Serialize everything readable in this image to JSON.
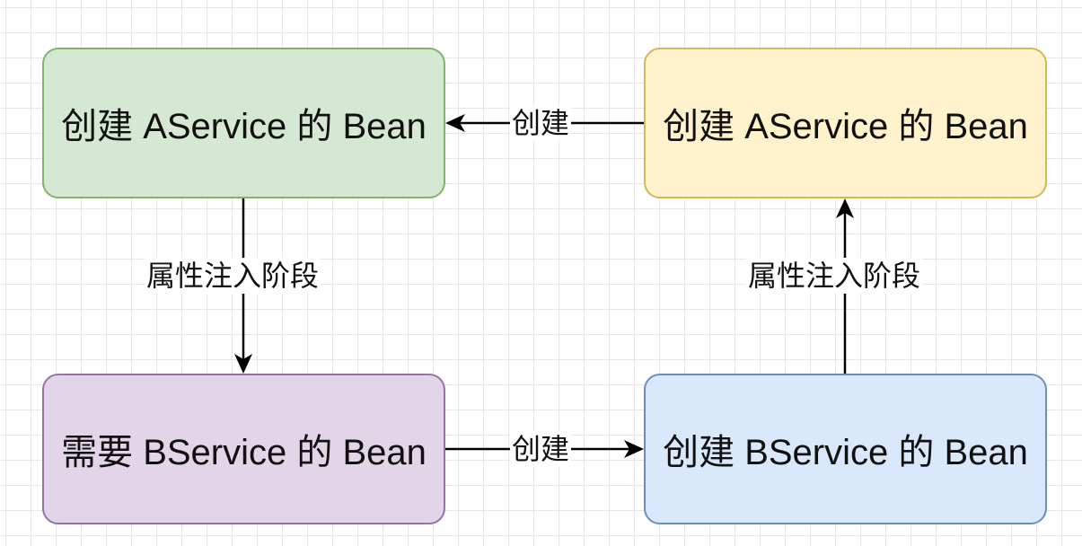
{
  "nodes": {
    "a_green": {
      "label": "创建 AService 的 Bean",
      "fill": "#d5e8d4",
      "stroke": "#82b366"
    },
    "a_yellow": {
      "label": "创建 AService 的 Bean",
      "fill": "#fff2cc",
      "stroke": "#d6b656"
    },
    "b_purple": {
      "label": "需要 BService 的 Bean",
      "fill": "#e1d5e7",
      "stroke": "#9673a6"
    },
    "b_blue": {
      "label": "创建 BService 的 Bean",
      "fill": "#dae8fc",
      "stroke": "#6c8ebf"
    }
  },
  "edges": {
    "top": {
      "label": "创建"
    },
    "bottom": {
      "label": "创建"
    },
    "left": {
      "label": "属性注入阶段"
    },
    "right": {
      "label": "属性注入阶段"
    }
  },
  "colors": {
    "edge": "#000000",
    "grid": "#e6e6e6"
  }
}
